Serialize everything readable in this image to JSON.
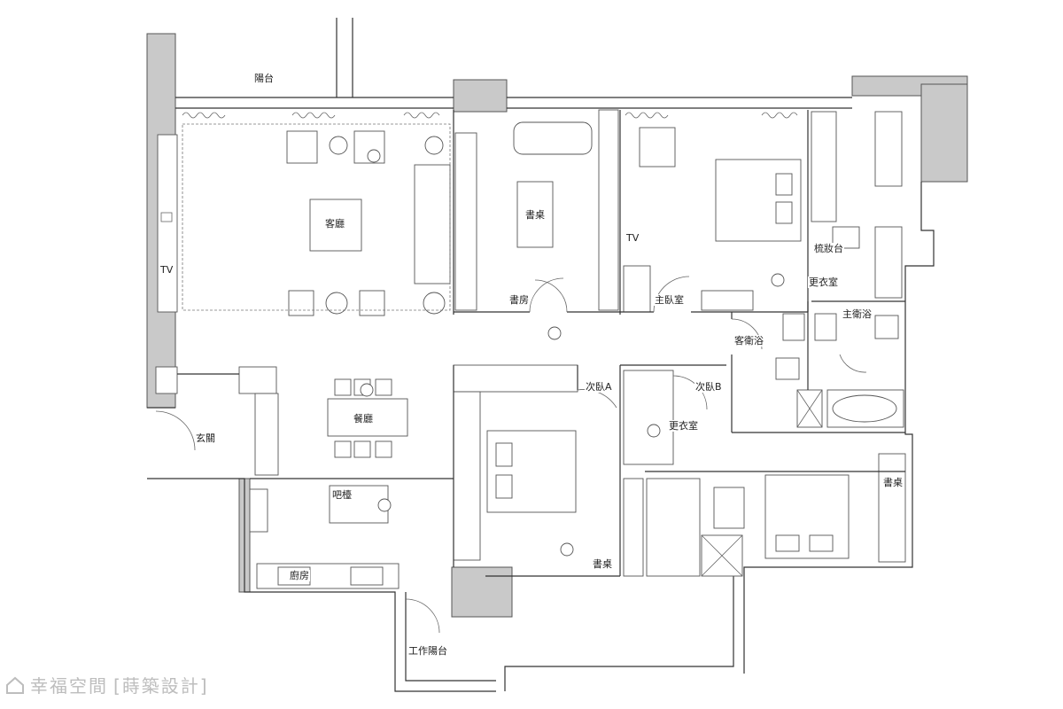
{
  "labels": {
    "balcony": "陽台",
    "living_room": "客廳",
    "tv_left": "TV",
    "tv_master": "TV",
    "desk_study": "書桌",
    "study": "書房",
    "master_bedroom": "主臥室",
    "vanity": "梳妝台",
    "walk_in_closet_master": "更衣室",
    "master_bath": "主衛浴",
    "guest_bath": "客衛浴",
    "bedroom_a": "次臥A",
    "bedroom_b": "次臥B",
    "walk_in_closet_b": "更衣室",
    "dining": "餐廳",
    "entrance": "玄關",
    "bar": "吧檯",
    "kitchen": "廚房",
    "desk_bedroom_a": "書桌",
    "desk_bedroom_b": "書桌",
    "utility_balcony": "工作陽台"
  },
  "watermark": {
    "brand": "幸福空間",
    "designer": "[蒔築設計]"
  }
}
